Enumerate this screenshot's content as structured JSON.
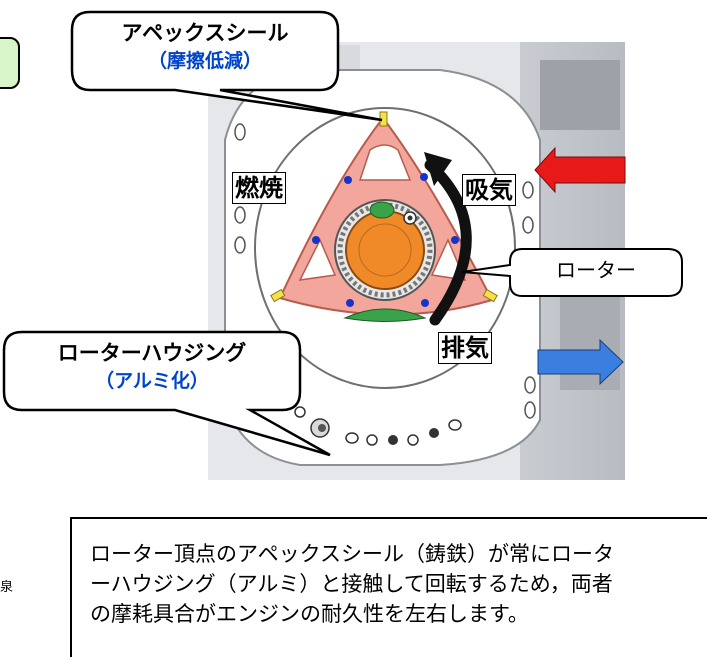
{
  "apex_seal": {
    "label": "アペックスシール",
    "sub": "（摩擦低減）"
  },
  "rotor_housing": {
    "label": "ローターハウジング",
    "sub": "（アルミ化）"
  },
  "rotor": {
    "label": "ローター"
  },
  "zones": {
    "combustion": "燃焼",
    "intake": "吸気",
    "exhaust": "排気"
  },
  "note": {
    "lines": [
      "ローター頂点のアペックスシール（鋳鉄）が常にロータ",
      "ーハウジング（アルミ）と接触して回転するため，両者",
      "の摩耗具合がエンジンの耐久性を左右します。"
    ]
  },
  "edge_char": "泉",
  "colors": {
    "callout_text": "#000000",
    "callout_sub": "#0044cc",
    "intake_arrow": "#e81919",
    "exhaust_arrow": "#3a7fe0",
    "rotor": "#f3a79c",
    "gear": "#f08a28",
    "housing": "#ffffff",
    "block": "#d2d4d8"
  }
}
